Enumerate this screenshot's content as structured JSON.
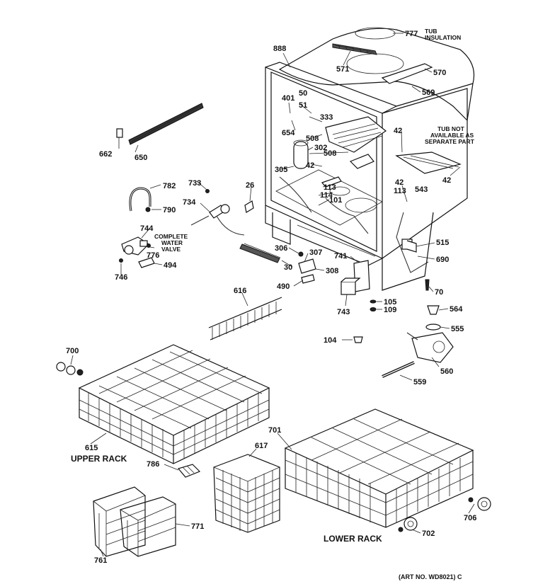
{
  "diagram": {
    "callouts": [
      {
        "id": "777",
        "text": "777"
      },
      {
        "id": "888",
        "text": "888"
      },
      {
        "id": "571",
        "text": "571"
      },
      {
        "id": "570",
        "text": "570"
      },
      {
        "id": "569",
        "text": "569"
      },
      {
        "id": "401",
        "text": "401"
      },
      {
        "id": "50",
        "text": "50"
      },
      {
        "id": "51",
        "text": "51"
      },
      {
        "id": "333",
        "text": "333"
      },
      {
        "id": "654",
        "text": "654"
      },
      {
        "id": "508a",
        "text": "508"
      },
      {
        "id": "302",
        "text": "302"
      },
      {
        "id": "508b",
        "text": "508"
      },
      {
        "id": "305",
        "text": "305"
      },
      {
        "id": "42a",
        "text": "42"
      },
      {
        "id": "42b",
        "text": "42"
      },
      {
        "id": "42c",
        "text": "42"
      },
      {
        "id": "42d",
        "text": "42"
      },
      {
        "id": "113a",
        "text": "113"
      },
      {
        "id": "114",
        "text": "114"
      },
      {
        "id": "101",
        "text": "101"
      },
      {
        "id": "113b",
        "text": "113"
      },
      {
        "id": "543",
        "text": "543"
      },
      {
        "id": "662",
        "text": "662"
      },
      {
        "id": "650",
        "text": "650"
      },
      {
        "id": "782",
        "text": "782"
      },
      {
        "id": "733",
        "text": "733"
      },
      {
        "id": "26",
        "text": "26"
      },
      {
        "id": "790",
        "text": "790"
      },
      {
        "id": "734",
        "text": "734"
      },
      {
        "id": "744",
        "text": "744"
      },
      {
        "id": "776",
        "text": "776"
      },
      {
        "id": "494",
        "text": "494"
      },
      {
        "id": "746",
        "text": "746"
      },
      {
        "id": "306",
        "text": "306"
      },
      {
        "id": "307",
        "text": "307"
      },
      {
        "id": "30",
        "text": "30"
      },
      {
        "id": "741",
        "text": "741"
      },
      {
        "id": "308",
        "text": "308"
      },
      {
        "id": "490",
        "text": "490"
      },
      {
        "id": "515",
        "text": "515"
      },
      {
        "id": "690",
        "text": "690"
      },
      {
        "id": "70",
        "text": "70"
      },
      {
        "id": "616",
        "text": "616"
      },
      {
        "id": "743",
        "text": "743"
      },
      {
        "id": "105",
        "text": "105"
      },
      {
        "id": "109",
        "text": "109"
      },
      {
        "id": "564",
        "text": "564"
      },
      {
        "id": "555",
        "text": "555"
      },
      {
        "id": "104",
        "text": "104"
      },
      {
        "id": "700",
        "text": "700"
      },
      {
        "id": "560",
        "text": "560"
      },
      {
        "id": "559",
        "text": "559"
      },
      {
        "id": "615",
        "text": "615"
      },
      {
        "id": "701",
        "text": "701"
      },
      {
        "id": "617",
        "text": "617"
      },
      {
        "id": "786",
        "text": "786"
      },
      {
        "id": "771",
        "text": "771"
      },
      {
        "id": "761",
        "text": "761"
      },
      {
        "id": "702",
        "text": "702"
      },
      {
        "id": "706",
        "text": "706"
      }
    ],
    "notes": {
      "tub_insulation_1": "TUB",
      "tub_insulation_2": "INSULATION",
      "tub_not_1": "TUB NOT",
      "tub_not_2": "AVAILABLE AS",
      "tub_not_3": "SEPARATE PART",
      "valve_1": "COMPLETE",
      "valve_2": "WATER",
      "valve_3": "VALVE"
    },
    "captions": {
      "upper_rack": "UPPER RACK",
      "lower_rack": "LOWER RACK",
      "art_no": "(ART NO. WD8021) C"
    }
  }
}
